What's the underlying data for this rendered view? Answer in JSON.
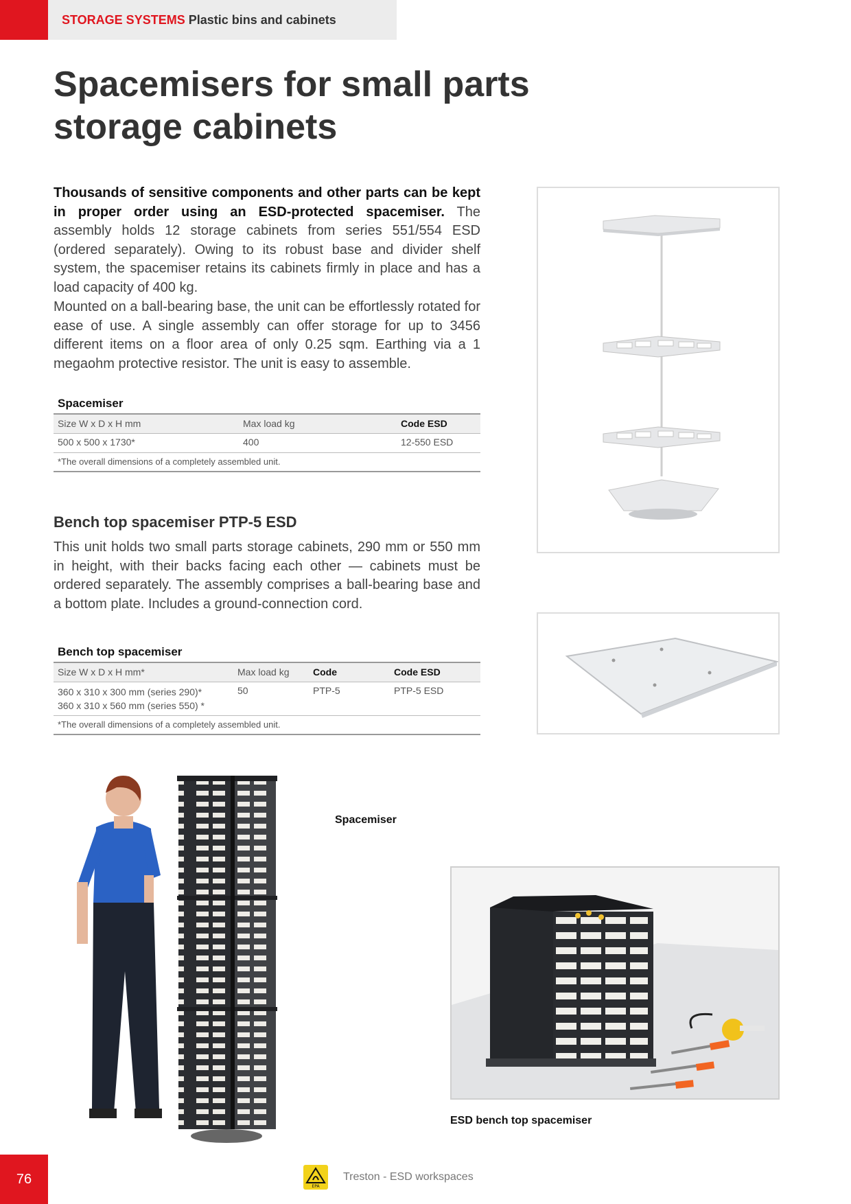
{
  "header": {
    "section": "STORAGE SYSTEMS",
    "subsection": "Plastic bins and cabinets"
  },
  "title": {
    "line1": "Spacemisers for small parts",
    "line2": "storage cabinets"
  },
  "intro": {
    "lead": "Thousands of sensitive components and other parts can be kept in proper order using an ESD-protected spacemiser.",
    "body": " The assembly holds 12 storage cabinets from series 551/554 ESD (ordered separately). Owing to its robust base and divider shelf system, the spacemiser retains its cabinets firmly in place and has a load capacity of 400 kg."
  },
  "paragraph2": "Mounted on a ball-bearing base, the unit can be effortlessly rotated for ease of use. A single assembly can offer storage for up to 3456 different items on a floor area of only 0.25 sqm. Earthing via a 1 megaohm protective resistor. The unit is easy to assemble.",
  "spacemiser_table": {
    "title": "Spacemiser",
    "headers": [
      "Size W x D x H mm",
      "Max load kg",
      "Code ESD"
    ],
    "row": [
      "500 x 500 x 1730*",
      "400",
      "12-550 ESD"
    ],
    "note": "*The overall dimensions of a completely assembled unit."
  },
  "bench": {
    "heading": "Bench top spacemiser PTP-5 ESD",
    "text": "This unit holds two small parts storage cabinets, 290 mm or 550 mm in height, with their backs facing each other — cabinets must be ordered separately. The assembly comprises a ball-bearing base and a bottom plate. Includes a ground-connection cord."
  },
  "bench_table": {
    "title": "Bench top spacemiser",
    "headers": [
      "Size W x D x H mm*",
      "Max load kg",
      "Code",
      "Code ESD"
    ],
    "size_line1": "360  x 310 x 300 mm (series 290)*",
    "size_line2": "360  x 310 x 560 mm (series 550) *",
    "max_load": "50",
    "code": "PTP-5",
    "code_esd": "PTP-5 ESD",
    "note": "*The overall dimensions of a completely assembled unit."
  },
  "captions": {
    "spacemiser": "Spacemiser",
    "bench": "ESD bench top spacemiser"
  },
  "footer": {
    "page_number": "76",
    "logo_text": "EPA",
    "text": "Treston - ESD workspaces"
  },
  "colors": {
    "accent": "#e0161f",
    "header_band": "#ececec",
    "cabinet": "#2b2d31"
  }
}
